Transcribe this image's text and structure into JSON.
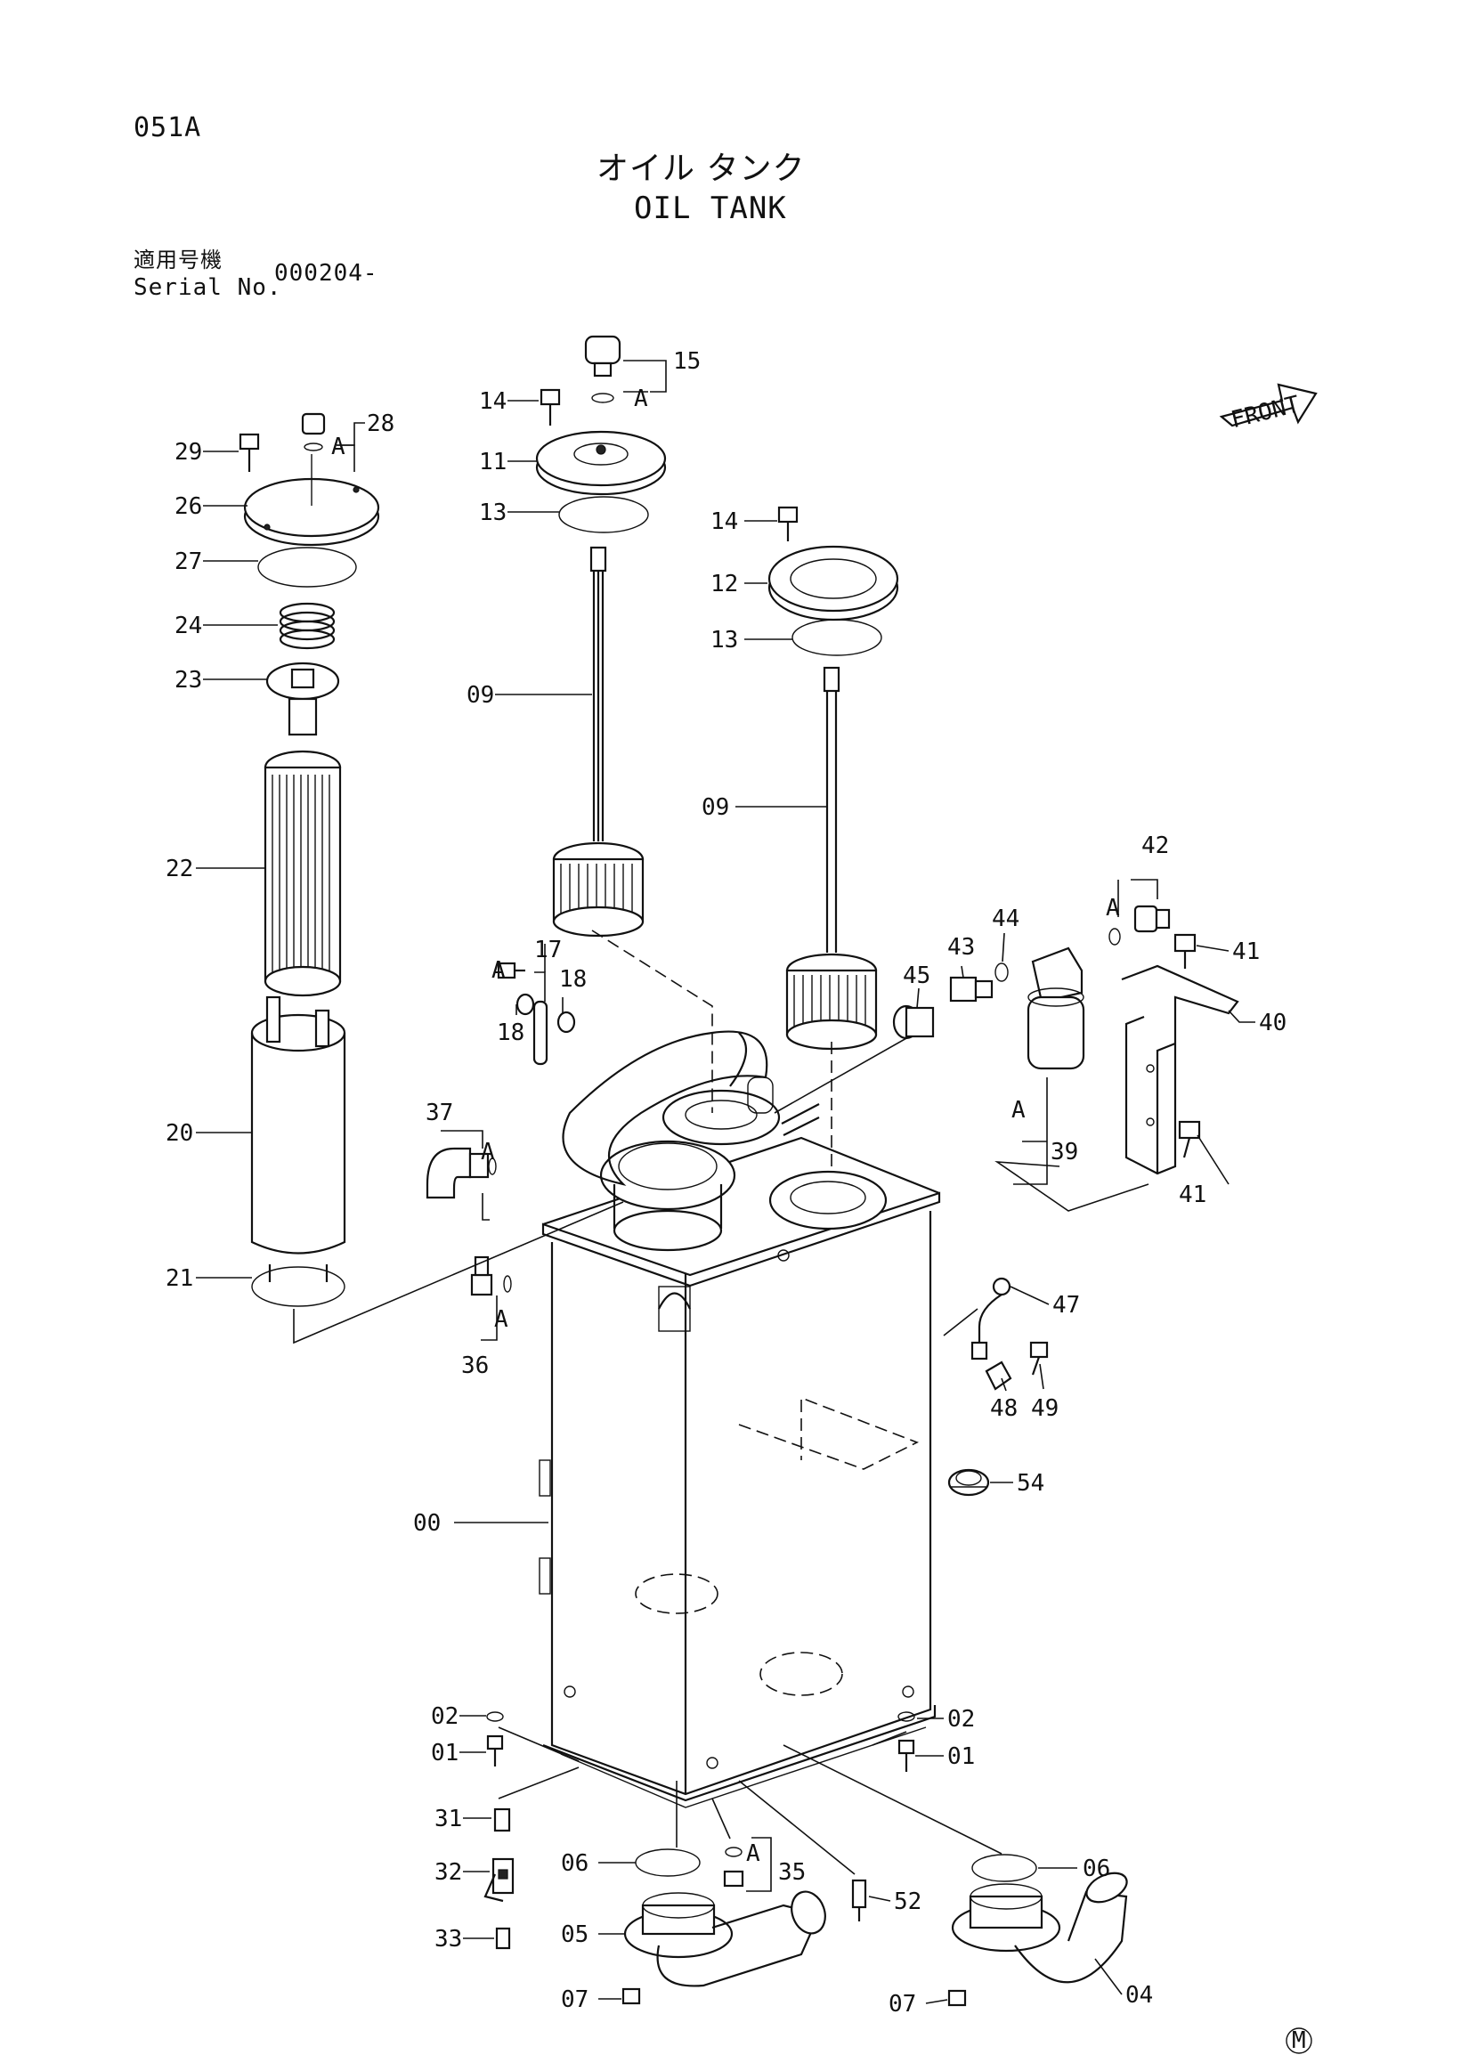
{
  "header": {
    "page_code": "051A",
    "title_jp": "オイル タンク",
    "title_en": "OIL TANK",
    "serial_label_jp": "適用号機",
    "serial_label_en": "Serial No.",
    "serial_value": "000204-"
  },
  "front_label": "FRONT",
  "footer_mark": "M",
  "group_letter": "A",
  "callouts": [
    "00",
    "01",
    "02",
    "04",
    "05",
    "06",
    "07",
    "09",
    "11",
    "12",
    "13",
    "14",
    "15",
    "17",
    "18",
    "20",
    "21",
    "22",
    "23",
    "24",
    "26",
    "27",
    "28",
    "29",
    "31",
    "32",
    "33",
    "35",
    "36",
    "37",
    "39",
    "40",
    "41",
    "42",
    "43",
    "44",
    "45",
    "47",
    "48",
    "49",
    "52",
    "54"
  ]
}
